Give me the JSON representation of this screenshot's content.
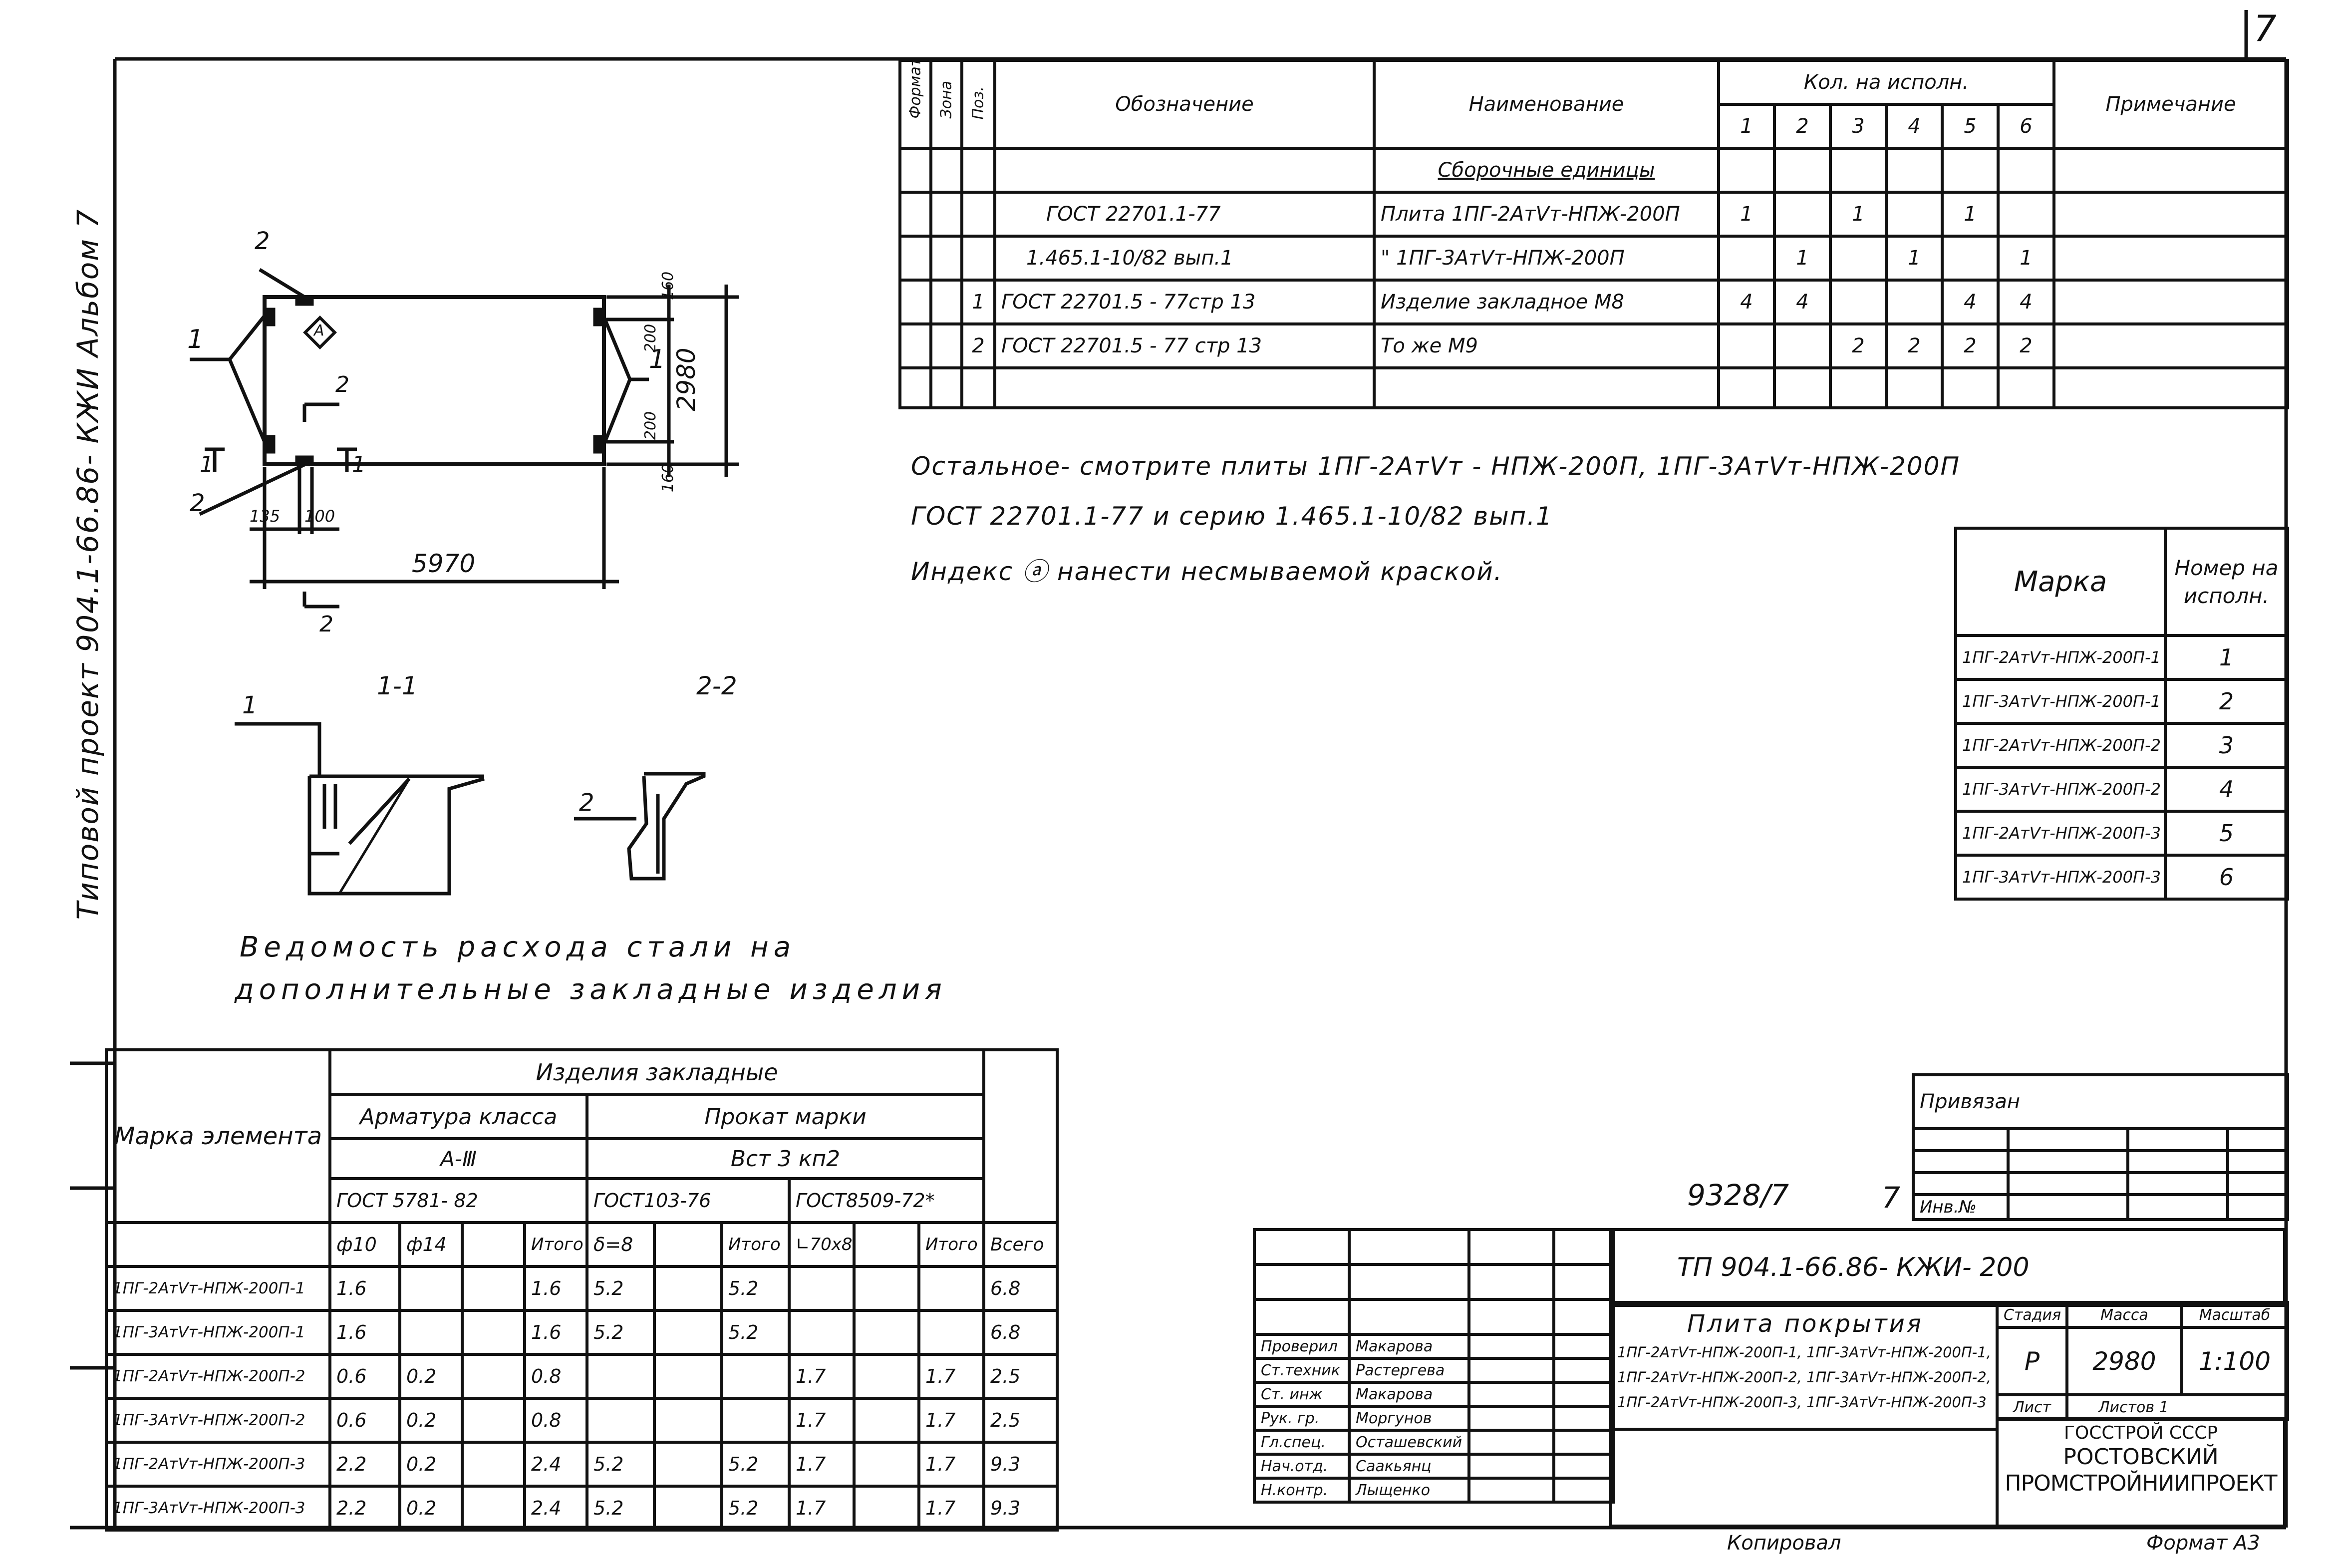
{
  "sheet": {
    "number": "7",
    "side_stamp": "Типовой проект 904.1-66.86- КЖИ Альбом 7",
    "copied": "Копировал",
    "format": "Формат А3"
  },
  "spec": {
    "headers": {
      "format": "Формат",
      "zone": "Зона",
      "pos": "Поз.",
      "designation": "Обозначение",
      "name": "Наименование",
      "qty": "Кол. на исполн.",
      "note": "Примечание"
    },
    "qty_cols": [
      "1",
      "2",
      "3",
      "4",
      "5",
      "6"
    ],
    "section": "Сборочные единицы",
    "rows": [
      {
        "pos": "",
        "designation": "ГОСТ 22701.1-77",
        "name": "Плита 1ПГ-2АтⅤт-НПЖ-200П",
        "q": [
          "1",
          "",
          "1",
          "",
          "1",
          ""
        ]
      },
      {
        "pos": "",
        "designation": "1.465.1-10/82 вып.1",
        "name": "\"   1ПГ-3АтⅤт-НПЖ-200П",
        "q": [
          "",
          "1",
          "",
          "1",
          "",
          "1"
        ]
      },
      {
        "pos": "1",
        "designation": "ГОСТ 22701.5 - 77стр 13",
        "name": "Изделие закладное М8",
        "q": [
          "4",
          "4",
          "",
          "",
          "4",
          "4"
        ]
      },
      {
        "pos": "2",
        "designation": "ГОСТ 22701.5 - 77 стр 13",
        "name": "То же           М9",
        "q": [
          "",
          "",
          "2",
          "2",
          "2",
          "2"
        ]
      }
    ]
  },
  "notes": [
    "Остальное- смотрите плиты 1ПГ-2АтⅤт - НПЖ-200П, 1ПГ-3АтⅤт-НПЖ-200П",
    "ГОСТ 22701.1-77 и серию 1.465.1-10/82 вып.1",
    "Индекс ⓐ нанести несмываемой краской."
  ],
  "marks": {
    "header_mark": "Марка",
    "header_num": "Номер на исполн.",
    "rows": [
      {
        "mark": "1ПГ-2АтⅤт-НПЖ-200П-1",
        "num": "1"
      },
      {
        "mark": "1ПГ-3АтⅤт-НПЖ-200П-1",
        "num": "2"
      },
      {
        "mark": "1ПГ-2АтⅤт-НПЖ-200П-2",
        "num": "3"
      },
      {
        "mark": "1ПГ-3АтⅤт-НПЖ-200П-2",
        "num": "4"
      },
      {
        "mark": "1ПГ-2АтⅤт-НПЖ-200П-3",
        "num": "5"
      },
      {
        "mark": "1ПГ-3АтⅤт-НПЖ-200П-3",
        "num": "6"
      }
    ]
  },
  "drawing": {
    "dim_width": "5970",
    "dim_height": "2980",
    "dim_135": "135",
    "dim_100": "100",
    "dim_160": "160",
    "dim_200": "200",
    "callout_1": "1",
    "callout_2": "2",
    "index_mark": "А",
    "section_1": "1-1",
    "section_2": "2-2"
  },
  "steel": {
    "title_1": "Ведомость расхода стали на",
    "title_2": "дополнительные закладные изделия",
    "h_mark": "Марка элемента",
    "h_items": "Изделия закладные",
    "h_rebar": "Арматура класса",
    "h_rebar_class": "А-Ⅲ",
    "h_rebar_gost": "ГОСТ 5781- 82",
    "h_rolled": "Прокат марки",
    "h_rolled_grade": "Вст 3 кп2",
    "h_gost103": "ГОСТ103-76",
    "h_gost8509": "ГОСТ8509-72*",
    "h_d10": "ф10",
    "h_d14": "ф14",
    "h_total": "Итого",
    "h_s8": "δ=8",
    "h_l70": "∟70х8",
    "h_all": "Всего",
    "rows": [
      {
        "mark": "1ПГ-2АтⅤт-НПЖ-200П-1",
        "d10": "1.6",
        "d14": "",
        "t1": "1.6",
        "s8": "5.2",
        "t2": "5.2",
        "l70": "",
        "t3": "",
        "all": "6.8"
      },
      {
        "mark": "1ПГ-3АтⅤт-НПЖ-200П-1",
        "d10": "1.6",
        "d14": "",
        "t1": "1.6",
        "s8": "5.2",
        "t2": "5.2",
        "l70": "",
        "t3": "",
        "all": "6.8"
      },
      {
        "mark": "1ПГ-2АтⅤт-НПЖ-200П-2",
        "d10": "0.6",
        "d14": "0.2",
        "t1": "0.8",
        "s8": "",
        "t2": "",
        "l70": "1.7",
        "t3": "1.7",
        "all": "2.5"
      },
      {
        "mark": "1ПГ-3АтⅤт-НПЖ-200П-2",
        "d10": "0.6",
        "d14": "0.2",
        "t1": "0.8",
        "s8": "",
        "t2": "",
        "l70": "1.7",
        "t3": "1.7",
        "all": "2.5"
      },
      {
        "mark": "1ПГ-2АтⅤт-НПЖ-200П-3",
        "d10": "2.2",
        "d14": "0.2",
        "t1": "2.4",
        "s8": "5.2",
        "t2": "5.2",
        "l70": "1.7",
        "t3": "1.7",
        "all": "9.3"
      },
      {
        "mark": "1ПГ-3АтⅤт-НПЖ-200П-3",
        "d10": "2.2",
        "d14": "0.2",
        "t1": "2.4",
        "s8": "5.2",
        "t2": "5.2",
        "l70": "1.7",
        "t3": "1.7",
        "all": "9.3"
      }
    ]
  },
  "title_block": {
    "linked": "Привязан",
    "inv_no": "Инв.№",
    "archive_no": "9328/7",
    "archive_sheet": "7",
    "code": "ТП 904.1-66.86- КЖИ- 200",
    "doc_title": "Плита покрытия",
    "doc_lines": [
      "1ПГ-2АтⅤт-НПЖ-200П-1, 1ПГ-3АтⅤт-НПЖ-200П-1,",
      "1ПГ-2АтⅤт-НПЖ-200П-2, 1ПГ-3АтⅤт-НПЖ-200П-2,",
      "1ПГ-2АтⅤт-НПЖ-200П-3, 1ПГ-3АтⅤт-НПЖ-200П-3"
    ],
    "stage_label": "Стадия",
    "mass_label": "Масса",
    "scale_label": "Масштаб",
    "stage": "Р",
    "mass": "2980",
    "scale": "1:100",
    "sheet_label": "Лист",
    "sheets_label": "Листов 1",
    "org_1": "ГОССТРОЙ СССР",
    "org_2": "РОСТОВСКИЙ",
    "org_3": "ПРОМСТРОЙНИИПРОЕКТ",
    "staff": [
      {
        "role": "Проверил",
        "name": "Макарова"
      },
      {
        "role": "Ст.техник",
        "name": "Растергева"
      },
      {
        "role": "Ст. инж",
        "name": "Макарова"
      },
      {
        "role": "Рук. гр.",
        "name": "Моргунов"
      },
      {
        "role": "Гл.спец.",
        "name": "Осташевский"
      },
      {
        "role": "Нач.отд.",
        "name": "Саакьянц"
      },
      {
        "role": "Н.контр.",
        "name": "Лыщенко"
      }
    ]
  }
}
